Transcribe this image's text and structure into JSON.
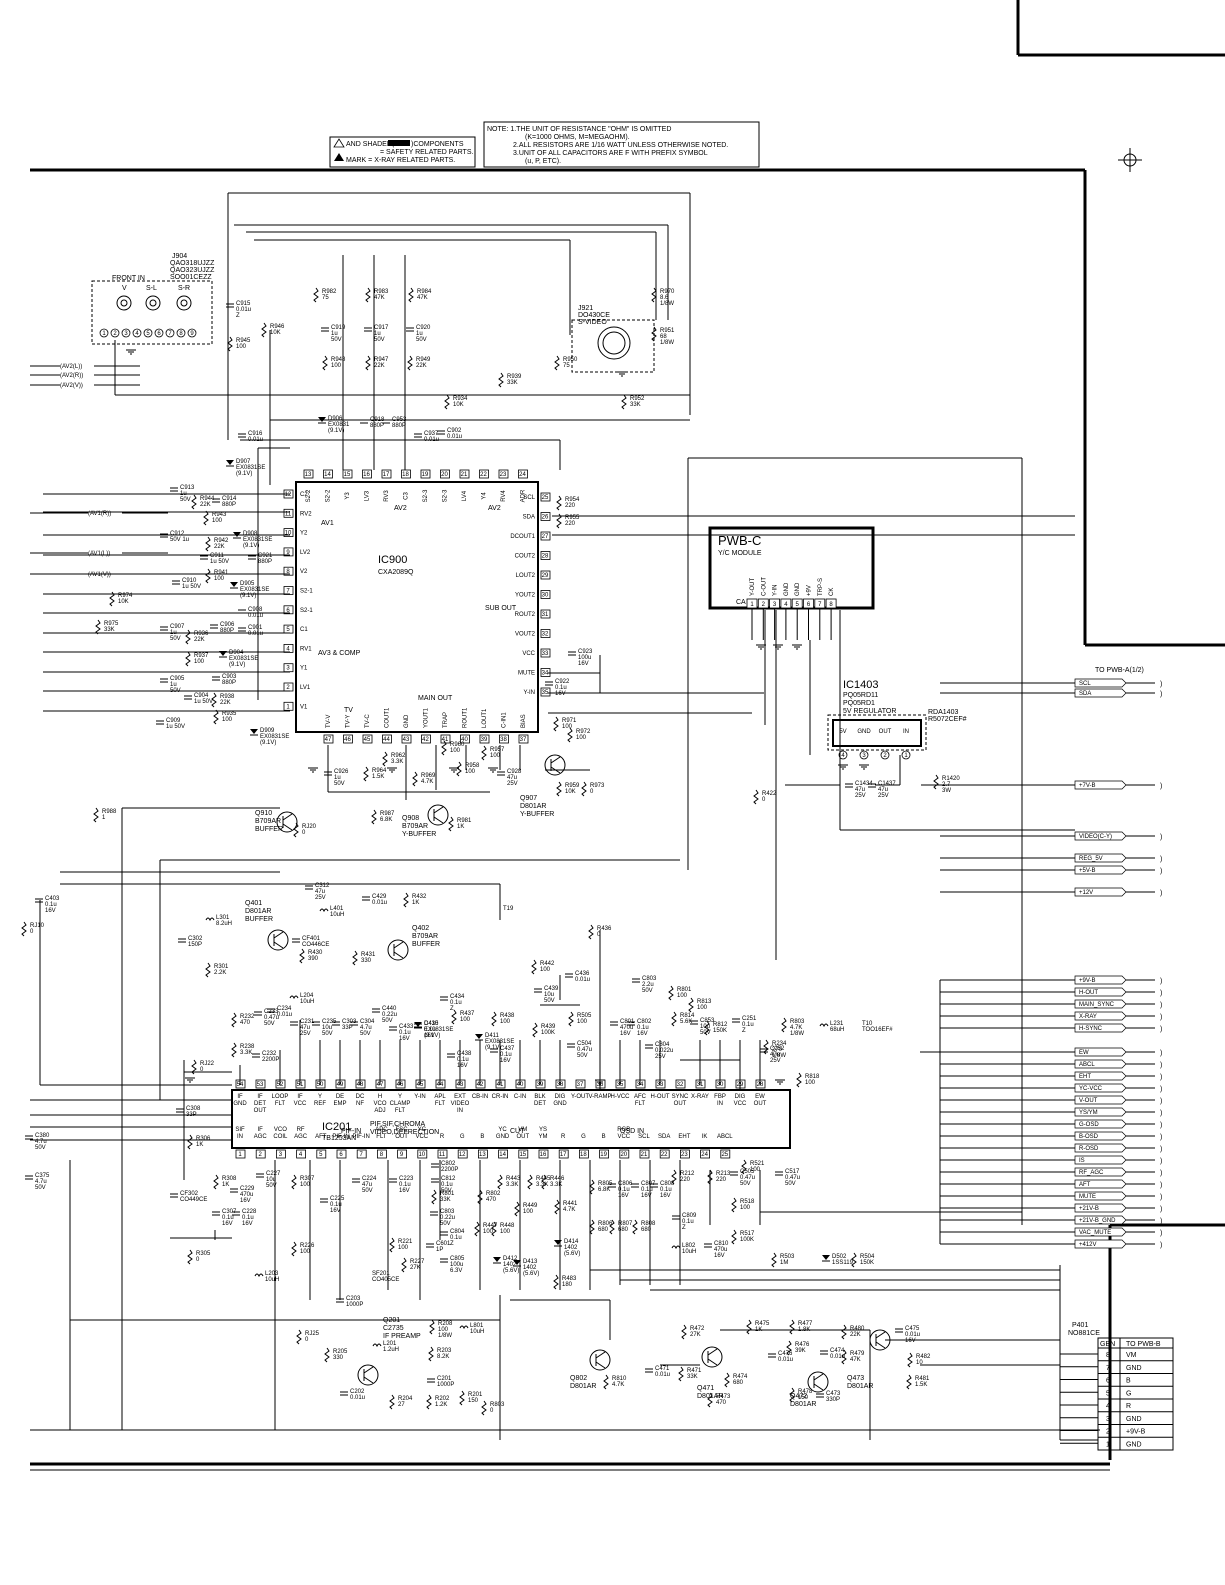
{
  "notes": {
    "legend_line1": "AND SHADED(",
    "legend_line1b": ")COMPONENTS",
    "legend_line2": "= SAFETY RELATED PARTS.",
    "legend_line3": "MARK = X-RAY RELATED PARTS.",
    "note1": "NOTE: 1.THE UNIT OF RESISTANCE \"OHM\" IS OMITTED",
    "note1b": "(K=1000 OHMS, M=MEGAOHM).",
    "note2": "2.ALL RESISTORS ARE 1/16 WATT UNLESS OTHERWISE NOTED.",
    "note3": "3.UNIT OF ALL CAPACITORS ARE F WITH PREFIX SYMBOL",
    "note3b": "(u, P, ETC)."
  },
  "ic900": {
    "ref": "IC900",
    "part": "CXA2089Q",
    "block_av1": "AV1",
    "block_av2": "AV2",
    "block_av2b": "AV2",
    "block_av3": "AV3 & COMP",
    "block_sub": "SUB OUT",
    "block_main": "MAIN OUT",
    "block_tv": "TV"
  },
  "ic201": {
    "ref": "IC201",
    "part": "TB1253AN",
    "desc1": "PIF,SIF,CHROMA",
    "desc2": "VIDEO,DEFRECTION",
    "cut": "CUT",
    "osd": "OSD IN",
    "pif": "PIF-IN"
  },
  "pwbc": {
    "title": "PWB-C",
    "sub": "Y/C MODULE",
    "ca": "CA",
    "pins": [
      "Y-OUT",
      "C-OUT",
      "Y-IN",
      "GND",
      "GND",
      "+9V",
      "TRP-S",
      "CK"
    ]
  },
  "ic1403": {
    "ref": "IC1403",
    "part1": "PQ05RD11",
    "part2": "PQ05RD1",
    "desc": "5V REGULATOR",
    "rda": "RDA1403",
    "rda2": "R5072CEF#",
    "pins": [
      "5V",
      "GND",
      "OUT",
      "IN"
    ]
  },
  "jacks": {
    "j904": "J904",
    "j904p1": "QAO318UJZZ",
    "j904p2": "QAO323UJZZ",
    "j904p3": "SOO01CEZZ",
    "front": "FRONT IN",
    "v": "V",
    "sl": "S-L",
    "sr": "S-R",
    "j921": "J921",
    "j921p": "DO430CE",
    "j921d": "S-VIDEO"
  },
  "transistors": {
    "q910": "Q910",
    "q910p": "B709AR",
    "q910d": "BUFFER",
    "q908": "Q908",
    "q908p": "B709AR",
    "q908d": "Y-BUFFER",
    "q907": "Q907",
    "q907p": "D801AR",
    "q907d": "Y-BUFFER",
    "q401": "Q401",
    "q401p": "D801AR",
    "q401d": "BUFFER",
    "q402": "Q402",
    "q402p": "B709AR",
    "q402d": "BUFFER",
    "q201": "Q201",
    "q201p": "C2735",
    "q201d": "IF PREAMP",
    "q802": "Q802",
    "q802p": "D801AR",
    "q471": "Q471",
    "q471p": "D801AR",
    "q472": "Q472",
    "q472p": "D801AR",
    "q473": "Q473",
    "q473p": "D801AR"
  },
  "right_signals": [
    "SCL",
    "SDA",
    "+7V-B",
    "VIDEO(C-Y)",
    "REG_5V",
    "+5V-B",
    "+12V",
    "+9V-B",
    "H-OUT",
    "MAIN_SYNC",
    "X-RAY",
    "H-SYNC",
    "EW",
    "ABCL",
    "EHT",
    "YC-VCC",
    "V-OUT",
    "YS/YM",
    "G-OSD",
    "B-OSD",
    "R-OSD",
    "IS",
    "RF_AGC",
    "AFT",
    "MUTE",
    "+21V-B",
    "+21V-B_GND",
    "VAC_MUTE",
    "+412V"
  ],
  "to_pwba": "TO PWB-A(1/2)",
  "left_signals": [
    "(AV2(L))",
    "(AV2(R))",
    "(AV2(V))",
    "(AV1(R))",
    "(AV1(L))",
    "(AV1(V))"
  ],
  "connector": {
    "ref": "P401",
    "part": "NO881CE",
    "col1": "GBN",
    "col2": "TO PWB-B",
    "rows": [
      {
        "n": "8",
        "s": "VM"
      },
      {
        "n": "7",
        "s": "GND"
      },
      {
        "n": "6",
        "s": "B"
      },
      {
        "n": "5",
        "s": "G"
      },
      {
        "n": "4",
        "s": "R"
      },
      {
        "n": "3",
        "s": "GND"
      },
      {
        "n": "2",
        "s": "+9V-B"
      },
      {
        "n": "1",
        "s": "GND"
      }
    ]
  },
  "ic900_top_pins": [
    "S2-2",
    "S2-2",
    "Y3",
    "LV3",
    "RV3",
    "C3",
    "S2-3",
    "S2-3",
    "LV4",
    "Y4",
    "RV4",
    "ADR"
  ],
  "ic900_left_pins": [
    "C2",
    "RV2",
    "Y2",
    "LV2",
    "V2",
    "S2-1",
    "S2-1",
    "C1",
    "RV1",
    "Y1",
    "LV1",
    "V1"
  ],
  "ic900_right_pins": [
    "SCL",
    "SDA",
    "DCOUT1",
    "COUT2",
    "LOUT2",
    "YOUT2",
    "ROUT2",
    "VOUT2",
    "VCC",
    "MUTE",
    "Y-IN"
  ],
  "ic900_bottom_pins": [
    "TV-V",
    "TV-Y",
    "TV-C",
    "COUT1",
    "GND",
    "YOUT1",
    "TRAP",
    "ROUT1",
    "LOUT1",
    "C-IN1",
    "BIAS"
  ],
  "ic201_top_pins": [
    "IF GND",
    "IF DET OUT",
    "LOOP FLT",
    "IF VCC",
    "Y REF",
    "DE EMP",
    "DC NF",
    "H VCO ADJ",
    "Y CLAMP FLT",
    "Y-IN",
    "APL FLT",
    "EXT VIDEO IN",
    "CB-IN",
    "CR-IN",
    "C-IN",
    "BLK DET",
    "DIG GND",
    "Y-OUT",
    "V-RAMP",
    "H-VCC",
    "AFC FLT",
    "H-OUT",
    "SYNC OUT",
    "X-RAY",
    "FBP IN",
    "DIG VCC",
    "EW OUT"
  ],
  "ic201_bottom_pins": [
    "SIF IN",
    "IF AGC",
    "VCO COIL",
    "RF AGC",
    "AFT",
    "PIF-IN",
    "PIF-IN",
    "APC FLT",
    "FSC OUT",
    "YC VCC",
    "R",
    "G",
    "B",
    "YC GND",
    "VM OUT",
    "YS YM",
    "R",
    "G",
    "B",
    "RGB VCC",
    "SCL",
    "SDA",
    "EHT",
    "IK",
    "ABCL"
  ],
  "components": [
    [
      "C915",
      "0.01u",
      "Z"
    ],
    [
      "R946",
      "10K",
      ""
    ],
    [
      "R945",
      "100",
      ""
    ],
    [
      "R982",
      "75",
      ""
    ],
    [
      "R983",
      "47K",
      ""
    ],
    [
      "R984",
      "47K",
      ""
    ],
    [
      "C919",
      "1u",
      "50V"
    ],
    [
      "C917",
      "1u",
      "50V"
    ],
    [
      "C920",
      "1u",
      "50V"
    ],
    [
      "R948",
      "100",
      ""
    ],
    [
      "R947",
      "22K",
      ""
    ],
    [
      "R949",
      "22K",
      ""
    ],
    [
      "R939",
      "33K",
      ""
    ],
    [
      "R934",
      "10K",
      ""
    ],
    [
      "R952",
      "33K",
      ""
    ],
    [
      "R970",
      "8.6",
      "1/8W"
    ],
    [
      "R951",
      "68",
      "1/8W"
    ],
    [
      "R950",
      "75",
      ""
    ],
    [
      "D906",
      "EX0831",
      "(9.1V)"
    ],
    [
      "C918",
      "880P",
      ""
    ],
    [
      "C953",
      "880P",
      ""
    ],
    [
      "C937",
      "0.01u",
      ""
    ],
    [
      "C902",
      "0.01u",
      ""
    ],
    [
      "C916",
      "0.01u",
      ""
    ],
    [
      "D907",
      "EX0831SE",
      "(9.1V)"
    ],
    [
      "C913",
      "1u",
      "50V"
    ],
    [
      "R944",
      "22K",
      ""
    ],
    [
      "C914",
      "880P",
      ""
    ],
    [
      "R943",
      "100",
      ""
    ],
    [
      "C912",
      "50V 1u",
      ""
    ],
    [
      "R942",
      "22K",
      ""
    ],
    [
      "D908",
      "EX0831SE",
      "(9.1V)"
    ],
    [
      "C911",
      "1u 50V",
      ""
    ],
    [
      "C921",
      "880P",
      ""
    ],
    [
      "R941",
      "100",
      ""
    ],
    [
      "C910",
      "1u 50V",
      ""
    ],
    [
      "D905",
      "EX0831SE",
      "(9.1V)"
    ],
    [
      "R974",
      "10K",
      ""
    ],
    [
      "R975",
      "33K",
      ""
    ],
    [
      "C908",
      "0.01u",
      ""
    ],
    [
      "C907",
      "1u",
      "50V"
    ],
    [
      "R936",
      "22K",
      ""
    ],
    [
      "C906",
      "880P",
      ""
    ],
    [
      "C901",
      "0.01u",
      ""
    ],
    [
      "R937",
      "100",
      ""
    ],
    [
      "D904",
      "EX0831SE",
      "(9.1V)"
    ],
    [
      "C905",
      "1u",
      "50V"
    ],
    [
      "C903",
      "880P",
      ""
    ],
    [
      "C904",
      "1u 50V",
      ""
    ],
    [
      "R938",
      "22K",
      ""
    ],
    [
      "C909",
      "1u 50V",
      ""
    ],
    [
      "R935",
      "100",
      ""
    ],
    [
      "D909",
      "EX0831SE",
      "(9.1V)"
    ],
    [
      "R954",
      "220",
      ""
    ],
    [
      "R955",
      "220",
      ""
    ],
    [
      "C923",
      "100u",
      "16V"
    ],
    [
      "C922",
      "0.1u",
      "16V"
    ],
    [
      "R971",
      "100",
      ""
    ],
    [
      "R972",
      "100",
      ""
    ],
    [
      "R973",
      "0",
      ""
    ],
    [
      "R959",
      "10K",
      ""
    ],
    [
      "C926",
      "1u",
      "50V"
    ],
    [
      "R964",
      "1.5K",
      ""
    ],
    [
      "R962",
      "3.3K",
      ""
    ],
    [
      "R969",
      "4.7K",
      ""
    ],
    [
      "R960",
      "100",
      ""
    ],
    [
      "R958",
      "100",
      ""
    ],
    [
      "R957",
      "100",
      ""
    ],
    [
      "C928",
      "47u",
      "25V"
    ],
    [
      "R987",
      "6.8K",
      ""
    ],
    [
      "R981",
      "1K",
      ""
    ],
    [
      "RJ20",
      "0",
      ""
    ],
    [
      "R988",
      "1",
      ""
    ],
    [
      "R422",
      "0",
      ""
    ],
    [
      "C1434",
      "47u",
      "25V"
    ],
    [
      "C1437",
      "47u",
      "25V"
    ],
    [
      "R1420",
      "2.7",
      "3W"
    ],
    [
      "C312",
      "47u",
      "25V"
    ],
    [
      "C429",
      "0.01u",
      ""
    ],
    [
      "R432",
      "1K",
      ""
    ],
    [
      "L401",
      "10uH",
      ""
    ],
    [
      "CF401",
      "CO446CE",
      ""
    ],
    [
      "R431",
      "330",
      ""
    ],
    [
      "R430",
      "390",
      ""
    ],
    [
      "L301",
      "8.2uH",
      ""
    ],
    [
      "C302",
      "150P",
      ""
    ],
    [
      "R301",
      "2.2K",
      ""
    ],
    [
      "C403",
      "0.1u",
      "16V"
    ],
    [
      "RJ10",
      "0",
      ""
    ],
    [
      "T19",
      "",
      " "
    ],
    [
      "R436",
      "0",
      ""
    ],
    [
      "R442",
      "100",
      ""
    ],
    [
      "C436",
      "0.01u",
      ""
    ],
    [
      "C439",
      "10u",
      "50V"
    ],
    [
      "R439",
      "100K",
      ""
    ],
    [
      "R438",
      "100",
      ""
    ],
    [
      "R437",
      "100",
      ""
    ],
    [
      "C434",
      "0.1u",
      "Z"
    ],
    [
      "D410",
      "EX0831SE",
      "(9.1V)"
    ],
    [
      "D411",
      "EX0831SE",
      "(9.1V)"
    ],
    [
      "C437",
      "0.1u",
      "16V"
    ],
    [
      "C438",
      "0.1u",
      "16V"
    ],
    [
      "C440",
      "0.22u",
      "50V"
    ],
    [
      "C433",
      "0.1u",
      "16V"
    ],
    [
      "C435",
      "0.1u",
      "16V"
    ],
    [
      "C304",
      "4.7u",
      "50V"
    ],
    [
      "C303",
      "33P",
      ""
    ],
    [
      "C235",
      "10u",
      "50V"
    ],
    [
      "C231",
      "47u",
      "25V"
    ],
    [
      "C234",
      "0.01u",
      ""
    ],
    [
      "C233",
      "0.47u",
      "50V"
    ],
    [
      "L204",
      "10uH",
      ""
    ],
    [
      "R232",
      "470",
      ""
    ],
    [
      "R238",
      "3.3K",
      ""
    ],
    [
      "C232",
      "2200P",
      ""
    ],
    [
      "RJ22",
      "0",
      ""
    ],
    [
      "R505",
      "100",
      ""
    ],
    [
      "C504",
      "0.47u",
      "50V"
    ],
    [
      "C803",
      "2.2u",
      "50V"
    ],
    [
      "C801",
      "470u",
      "16V"
    ],
    [
      "C802",
      "0.1u",
      "16V"
    ],
    [
      "C804",
      "0.022u",
      "25V"
    ],
    [
      "R801",
      "100",
      ""
    ],
    [
      "R813",
      "100",
      ""
    ],
    [
      "R814",
      "5.6K",
      ""
    ],
    [
      "C853",
      "10u",
      "50V"
    ],
    [
      "R812",
      "150K",
      ""
    ],
    [
      "C251",
      "0.1u",
      "Z"
    ],
    [
      "R803",
      "4.7K",
      "1/8W"
    ],
    [
      "R234",
      "270",
      "1/8W"
    ],
    [
      "C252",
      "47u",
      "25V"
    ],
    [
      "R818",
      "100",
      ""
    ],
    [
      "L231",
      "68uH",
      ""
    ],
    [
      "T10",
      "TOO16EF#",
      ""
    ],
    [
      "C308",
      "33P",
      ""
    ],
    [
      "R306",
      "1K",
      ""
    ],
    [
      "C380",
      "4.7u",
      "50V"
    ],
    [
      "CF302",
      "CO449CE",
      ""
    ],
    [
      "C375",
      "4.7u",
      "50V"
    ],
    [
      "R308",
      "1K",
      ""
    ],
    [
      "C229",
      "470u",
      "16V"
    ],
    [
      "C227",
      "10u",
      "50V"
    ],
    [
      "C307",
      "0.1u",
      "16V"
    ],
    [
      "C228",
      "0.1u",
      "16V"
    ],
    [
      "R307",
      "100",
      ""
    ],
    [
      "C225",
      "0.1u",
      "16V"
    ],
    [
      "R226",
      "100",
      ""
    ],
    [
      "C224",
      "47u",
      "50V"
    ],
    [
      "C223",
      "0.1u",
      "16V"
    ],
    [
      "R221",
      "100",
      ""
    ],
    [
      "C601",
      "1P",
      ""
    ],
    [
      "R227",
      "27K",
      ""
    ],
    [
      "SF201",
      "CO405CE",
      ""
    ],
    [
      "C203",
      "1000P",
      ""
    ],
    [
      "R305",
      "0",
      ""
    ],
    [
      "L203",
      "10uH",
      ""
    ],
    [
      "RJ25",
      "0",
      ""
    ],
    [
      "C802",
      "2200P",
      ""
    ],
    [
      "C812",
      "0.1u",
      "50V"
    ],
    [
      "R801",
      "33K",
      ""
    ],
    [
      "C803",
      "0.22u",
      "50V"
    ],
    [
      "C804",
      "0.1u",
      "Z"
    ],
    [
      "C805",
      "100u",
      "6.3V"
    ],
    [
      "R802",
      "470",
      ""
    ],
    [
      "R443",
      "3.3K",
      ""
    ],
    [
      "R445",
      "3.3K",
      ""
    ],
    [
      "R446",
      "3.3K",
      ""
    ],
    [
      "R441",
      "4.7K",
      ""
    ],
    [
      "R449",
      "100",
      ""
    ],
    [
      "R448",
      "100",
      ""
    ],
    [
      "R447",
      "100",
      ""
    ],
    [
      "D412",
      "1402",
      "(5.6V)"
    ],
    [
      "D413",
      "1402",
      "(5.6V)"
    ],
    [
      "D414",
      "1402",
      "(5.6V)"
    ],
    [
      "R483",
      "180",
      ""
    ],
    [
      "R805",
      "6.8K",
      ""
    ],
    [
      "C806",
      "0.1u",
      "16V"
    ],
    [
      "C807",
      "0.1u",
      "16V"
    ],
    [
      "C808",
      "0.1u",
      "16V"
    ],
    [
      "R806",
      "680",
      ""
    ],
    [
      "R807",
      "680",
      ""
    ],
    [
      "R808",
      "680",
      ""
    ],
    [
      "C809",
      "0.1u",
      "Z"
    ],
    [
      "L802",
      "10uH",
      ""
    ],
    [
      "C810",
      "470u",
      "16V"
    ],
    [
      "R212",
      "220",
      ""
    ],
    [
      "R213",
      "220",
      ""
    ],
    [
      "C505",
      "0.47u",
      "50V"
    ],
    [
      "R518",
      "100",
      ""
    ],
    [
      "R521",
      "100",
      ""
    ],
    [
      "C517",
      "0.47u",
      "50V"
    ],
    [
      "R517",
      "100K",
      ""
    ],
    [
      "R503",
      "1M",
      ""
    ],
    [
      "D502",
      "1SS119",
      ""
    ],
    [
      "R504",
      "150K",
      ""
    ],
    [
      "R205",
      "330",
      ""
    ],
    [
      "L201",
      "1.2uH",
      ""
    ],
    [
      "R203",
      "8.2K",
      ""
    ],
    [
      "R208",
      "100",
      "1/8W"
    ],
    [
      "C201",
      "1000P",
      ""
    ],
    [
      "C202",
      "0.01u",
      ""
    ],
    [
      "R204",
      "27",
      ""
    ],
    [
      "R202",
      "1.2K",
      ""
    ],
    [
      "R201",
      "150",
      ""
    ],
    [
      "R803",
      "0",
      ""
    ],
    [
      "L801",
      "10uH",
      ""
    ],
    [
      "R810",
      "4.7K",
      ""
    ],
    [
      "C471",
      "0.01u",
      ""
    ],
    [
      "R471",
      "33K",
      ""
    ],
    [
      "R472",
      "27K",
      ""
    ],
    [
      "R473",
      "470",
      ""
    ],
    [
      "R474",
      "680",
      ""
    ],
    [
      "R475",
      "1K",
      ""
    ],
    [
      "C476",
      "0.01u",
      ""
    ],
    [
      "R477",
      "1.8K",
      ""
    ],
    [
      "R478",
      "150",
      ""
    ],
    [
      "R476",
      "39K",
      ""
    ],
    [
      "C473",
      "330P",
      ""
    ],
    [
      "C474",
      "0.01u",
      ""
    ],
    [
      "R480",
      "22K",
      ""
    ],
    [
      "R479",
      "47K",
      ""
    ],
    [
      "C475",
      "0.01u",
      "16V"
    ],
    [
      "R481",
      "1.5K",
      ""
    ],
    [
      "R482",
      "10",
      ""
    ]
  ]
}
